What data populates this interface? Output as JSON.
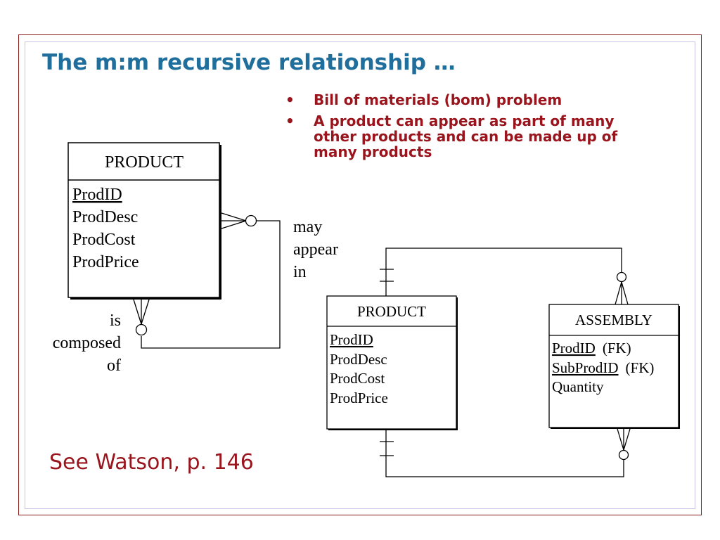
{
  "title": "The m:m recursive relationship …",
  "bullets": [
    "Bill of materials (bom) problem",
    "A product can appear as part of many other products and can be made up of many products"
  ],
  "reference": "See Watson, p. 146",
  "left_diagram": {
    "entity": {
      "name": "PRODUCT",
      "attributes": [
        {
          "text": "ProdID",
          "key": true
        },
        {
          "text": "ProdDesc",
          "key": false
        },
        {
          "text": "ProdCost",
          "key": false
        },
        {
          "text": "ProdPrice",
          "key": false
        }
      ]
    },
    "label_right": [
      "may",
      "appear",
      "in"
    ],
    "label_left": [
      "is",
      "composed",
      "of"
    ]
  },
  "right_diagram": {
    "product": {
      "name": "PRODUCT",
      "attributes": [
        {
          "text": "ProdID",
          "key": true
        },
        {
          "text": "ProdDesc",
          "key": false
        },
        {
          "text": "ProdCost",
          "key": false
        },
        {
          "text": "ProdPrice",
          "key": false
        }
      ]
    },
    "assembly": {
      "name": "ASSEMBLY",
      "attributes": [
        {
          "text": "ProdID",
          "key": true,
          "suffix": "(FK)"
        },
        {
          "text": "SubProdID",
          "key": true,
          "suffix": "(FK)"
        },
        {
          "text": "Quantity",
          "key": false,
          "suffix": ""
        }
      ]
    }
  },
  "colors": {
    "title": "#1f6e9c",
    "accent": "#99141c",
    "frame_outer": "#8b1a1a",
    "frame_inner": "#c9c2e6"
  }
}
